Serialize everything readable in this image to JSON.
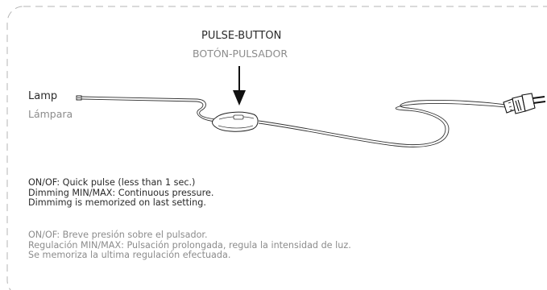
{
  "labels": {
    "button_en": "PULSE-BUTTON",
    "button_es": "BOTÓN-PULSADOR",
    "lamp_en": "Lamp",
    "lamp_es": "Lámpara"
  },
  "instructions_en": [
    "ON/OF: Quick pulse (less than 1 sec.)",
    "Dimming MIN/MAX: Continuous pressure.",
    "Dimmimg is memorized on last setting."
  ],
  "instructions_es": [
    "ON/OF: Breve presión sobre el pulsador.",
    "Regulación MIN/MAX: Pulsación prolongada, regula la intensidad de luz.",
    "Se memoriza la ultima regulación efectuada."
  ]
}
